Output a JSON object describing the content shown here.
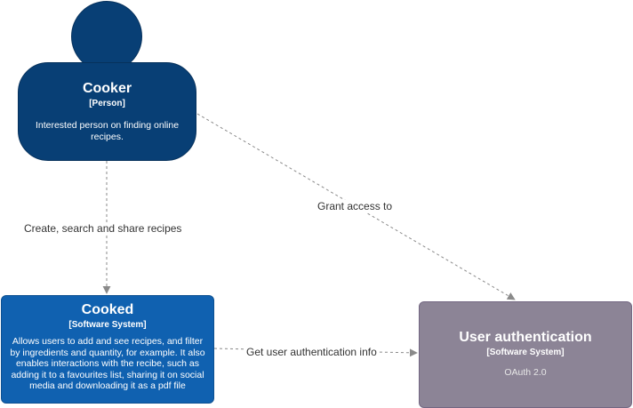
{
  "person": {
    "title": "Cooker",
    "stereotype": "[Person]",
    "description": "Interested person on finding online recipes."
  },
  "cooked": {
    "title": "Cooked",
    "stereotype": "[Software System]",
    "description": "Allows users to add and see recipes, and filter by ingredients and quantity, for example. It also enables interactions with the recibe, such as adding it to a favourites list, sharing it on social media and downloading it as a pdf file"
  },
  "auth": {
    "title": "User authentication",
    "stereotype": "[Software System]",
    "description": "OAuth 2.0"
  },
  "edges": {
    "person_to_cooked": "Create, search and share recipes",
    "person_to_auth": "Grant access to",
    "cooked_to_auth": "Get user authentication info"
  },
  "colors": {
    "person": "#083F75",
    "software_system": "#1061B0",
    "external_system": "#8C8496",
    "edge": "#8A8A8A"
  }
}
